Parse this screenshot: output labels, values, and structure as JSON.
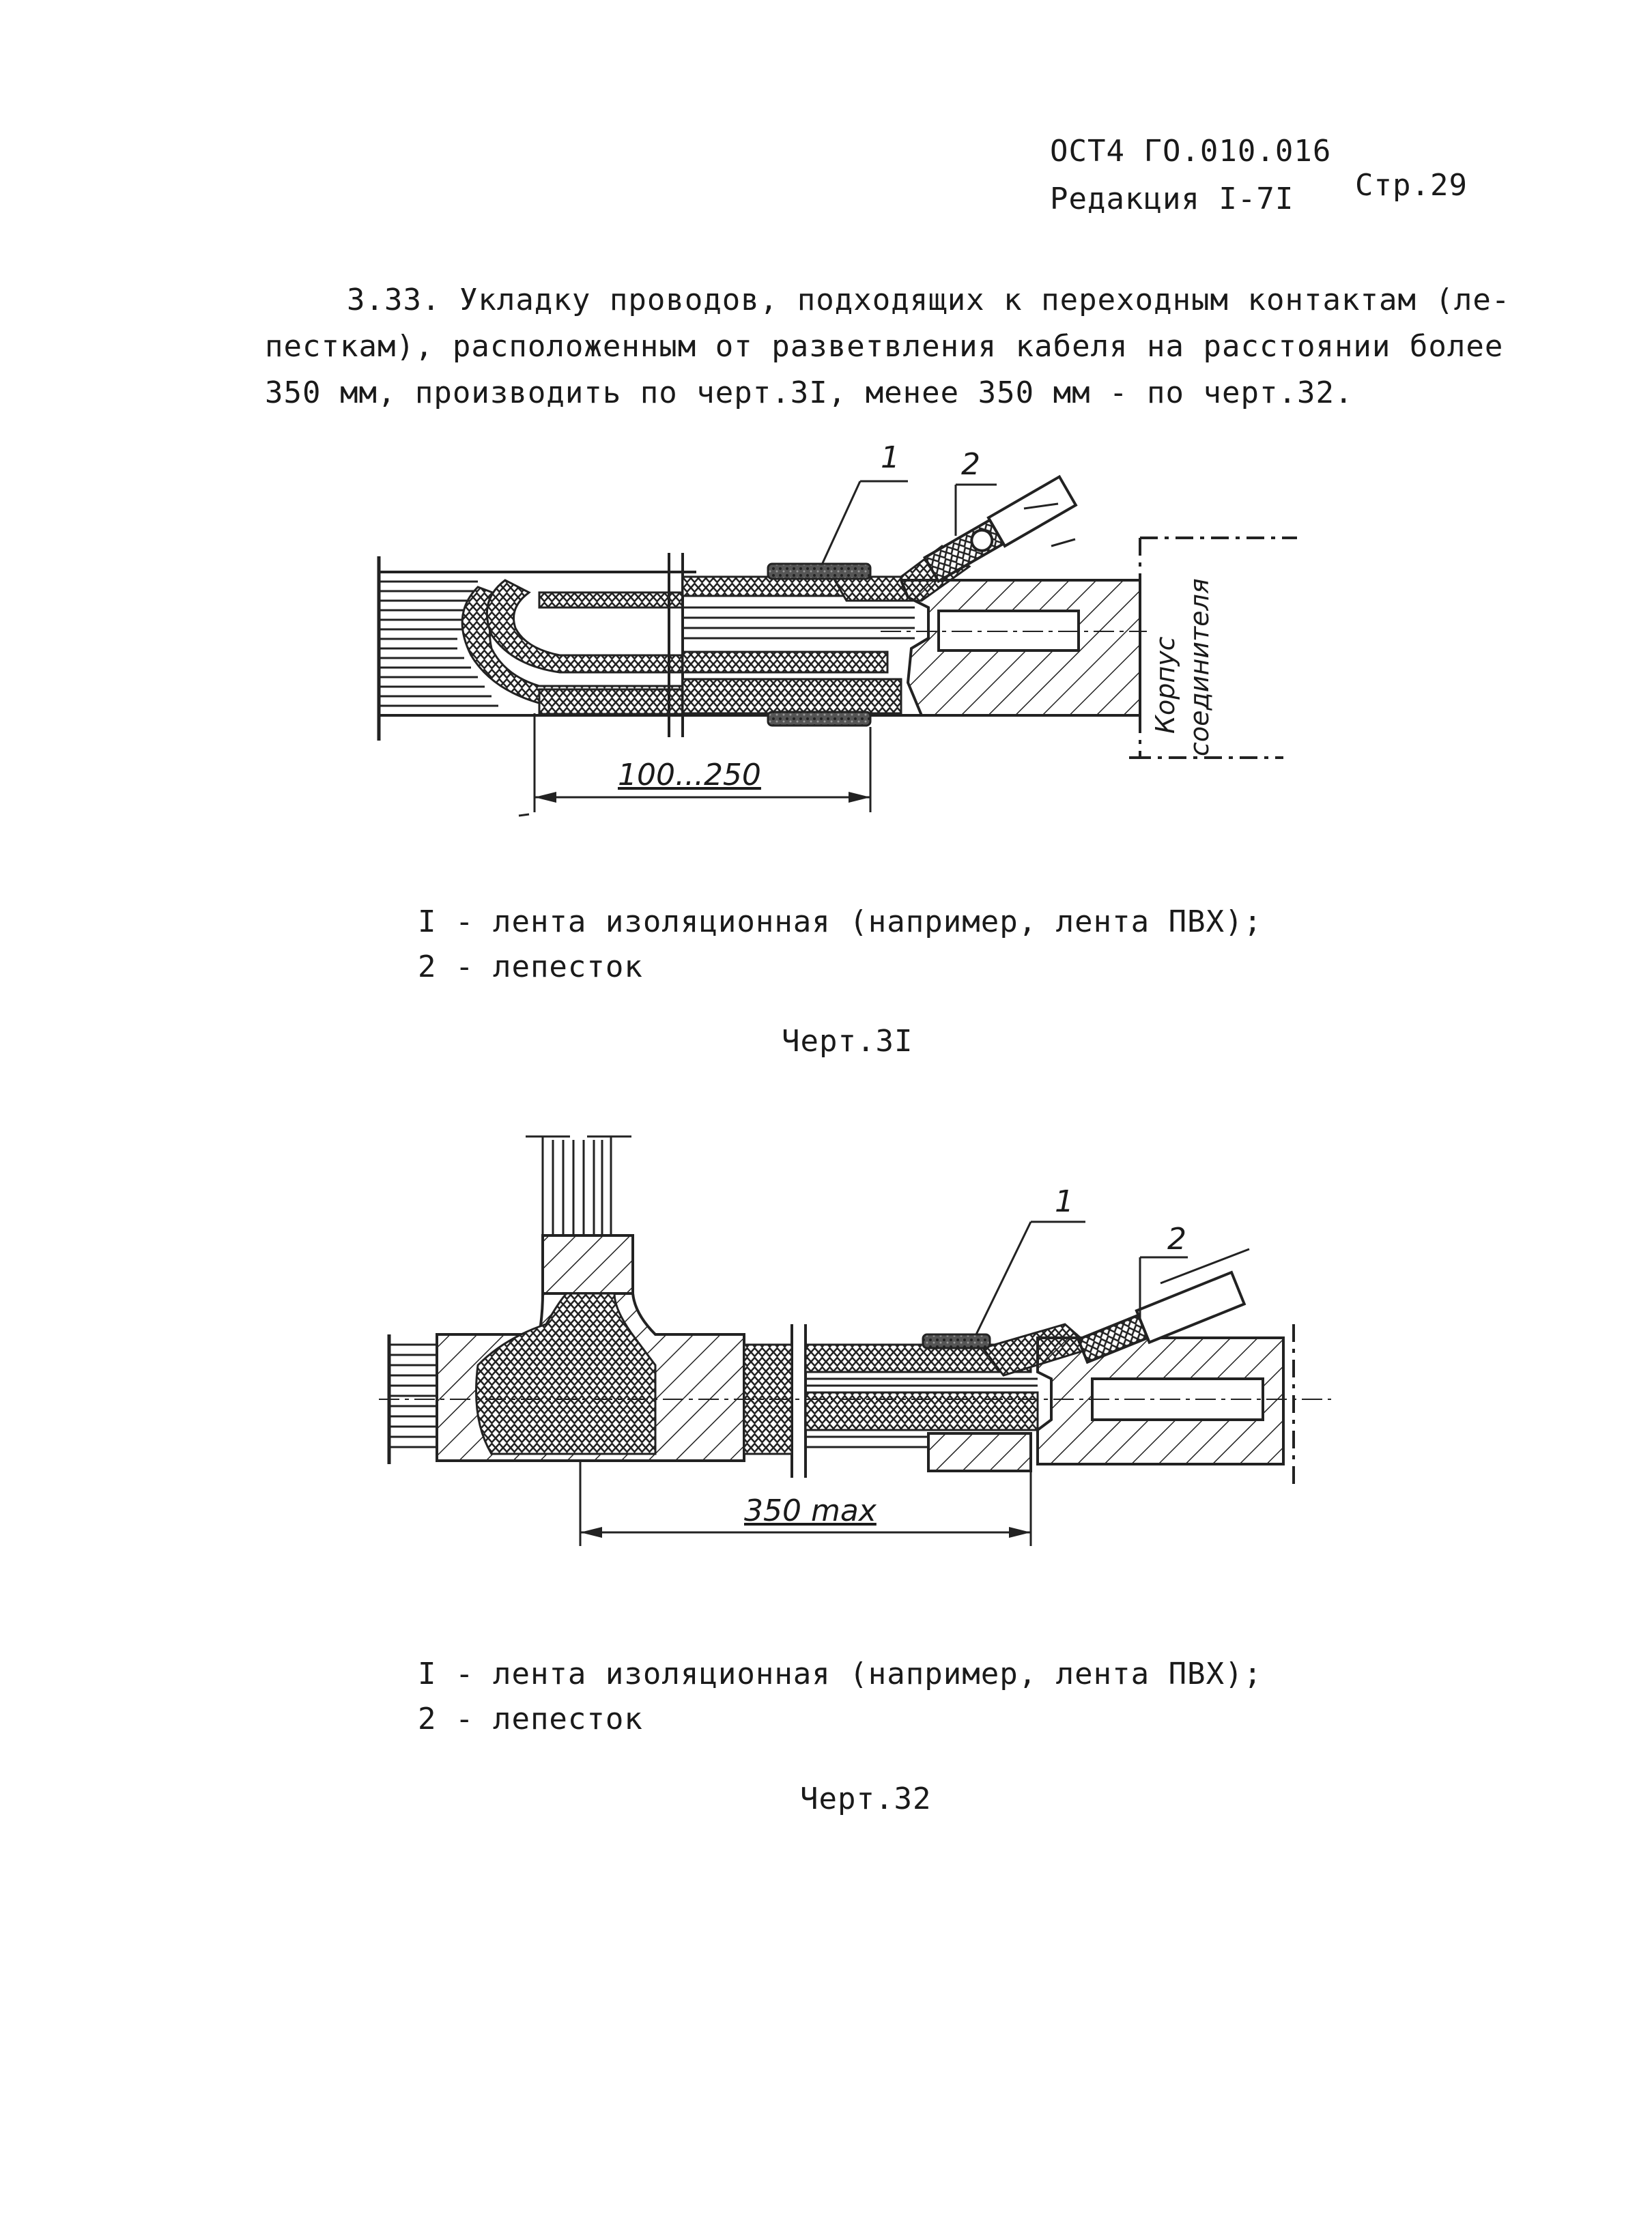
{
  "header": {
    "doc_code": "ОСТ4 ГО.010.016",
    "edition": "Редакция I-7I",
    "page": "Стр.29"
  },
  "paragraph": {
    "lines": [
      "3.33. Укладку проводов, подходящих к переходным контактам (ле-",
      "песткам), расположенным от разветвления кабеля на расстоянии более",
      "350 мм, производить по черт.3I, менее 350 мм - по черт.32."
    ]
  },
  "figure31": {
    "callout_1": "1",
    "callout_2": "2",
    "dimension": "100...250",
    "housing_label_line1": "Корпус",
    "housing_label_line2": "соединителя",
    "legend": [
      "I - лента изоляционная (например, лента ПВХ);",
      "2 - лепесток"
    ],
    "caption": "Черт.3I"
  },
  "figure32": {
    "callout_1": "1",
    "callout_2": "2",
    "dimension": "350 max",
    "legend": [
      "I - лента изоляционная (например, лента ПВХ);",
      "2 - лепесток"
    ],
    "caption": "Черт.32"
  }
}
